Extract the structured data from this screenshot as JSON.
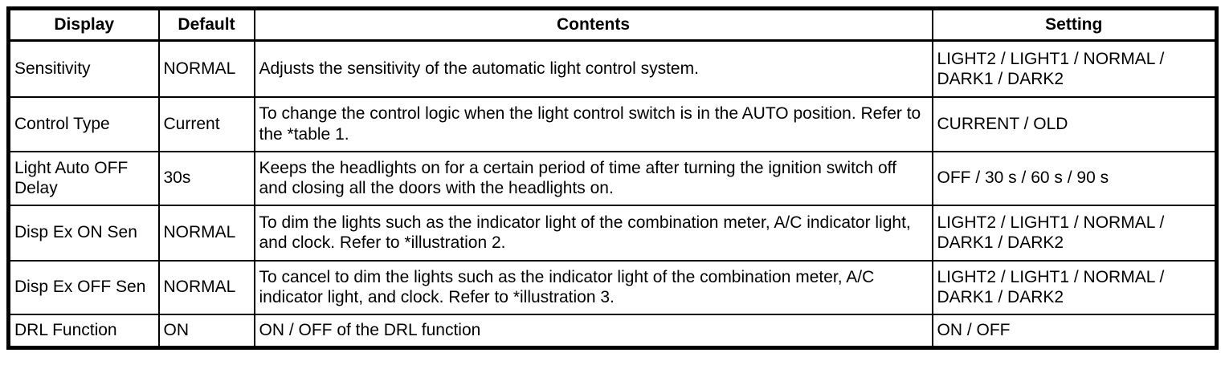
{
  "table": {
    "headers": {
      "display": "Display",
      "default": "Default",
      "contents": "Contents",
      "setting": "Setting"
    },
    "rows": [
      {
        "display": "Sensitivity",
        "default": "NORMAL",
        "contents": "Adjusts the sensitivity of the automatic light control system.",
        "setting": "LIGHT2 / LIGHT1 / NORMAL / DARK1 / DARK2"
      },
      {
        "display": "Control Type",
        "default": "Current",
        "contents": "To change the control logic when the light control switch is in the AUTO position. Refer to the *table 1.",
        "setting": "CURRENT / OLD"
      },
      {
        "display": "Light Auto OFF Delay",
        "default": "30s",
        "contents": "Keeps the headlights on for a certain period of time after turning the ignition switch off and closing all the doors with the headlights on.",
        "setting": "OFF / 30 s / 60 s / 90 s"
      },
      {
        "display": "Disp Ex ON Sen",
        "default": "NORMAL",
        "contents": "To dim the lights such as the indicator light of the combination meter, A/C indicator light, and clock. Refer to *illustration 2.",
        "setting": "LIGHT2 / LIGHT1 / NORMAL / DARK1 / DARK2"
      },
      {
        "display": "Disp Ex OFF Sen",
        "default": "NORMAL",
        "contents": "To cancel to dim the lights such as the indicator light of the combination meter, A/C indicator light, and clock. Refer to *illustration 3.",
        "setting": "LIGHT2 / LIGHT1 / NORMAL / DARK1 / DARK2"
      },
      {
        "display": "DRL Function",
        "default": "ON",
        "contents": "ON / OFF of the DRL function",
        "setting": "ON / OFF"
      }
    ],
    "colors": {
      "border": "#000000",
      "text": "#000000",
      "background": "#ffffff"
    }
  }
}
